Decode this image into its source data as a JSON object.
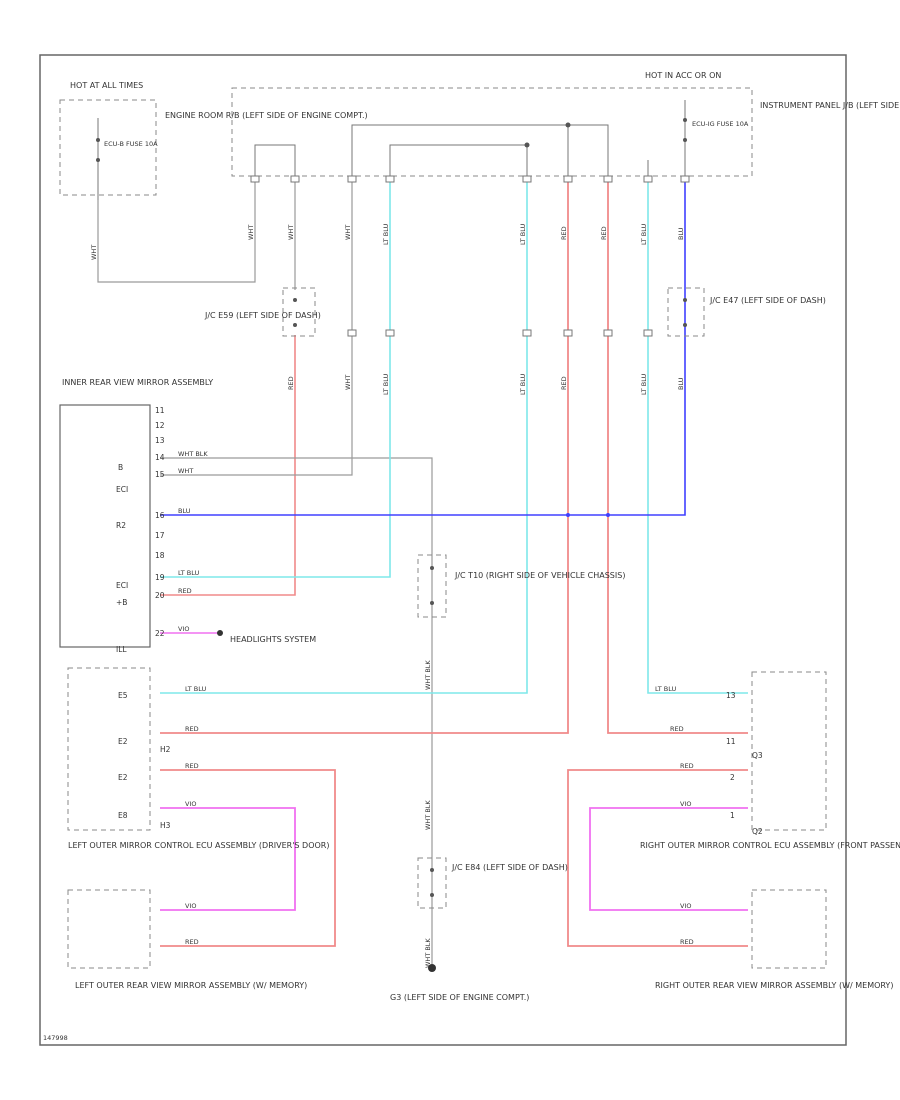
{
  "colors": {
    "wht": "#9a9a9a",
    "ltblu": "#7fe8ea",
    "red": "#f08a8a",
    "blu": "#4040ff",
    "vio": "#f070f0",
    "frame": "#666666"
  },
  "labels": {
    "hot_at_all_times": "HOT AT ALL TIMES",
    "engine_room_rb": "ENGINE ROOM R/B (LEFT SIDE OF ENGINE COMPT.)",
    "ecu_b_fuse": "ECU-B FUSE 10A",
    "hot_in_acc": "HOT IN ACC OR ON",
    "instrument_panel_jb": "INSTRUMENT PANEL J/B (LEFT SIDE OF DASH)",
    "ecu_ig_fuse": "ECU-IG FUSE 10A",
    "jc_left": "J/C E59 (LEFT SIDE OF DASH)",
    "jc_right": "J/C E47 (LEFT SIDE OF DASH)",
    "inner_mirror": "INNER REAR VIEW MIRROR ASSEMBLY",
    "headlights": "HEADLIGHTS SYSTEM",
    "jc_t10": "J/C T10 (RIGHT SIDE OF VEHICLE CHASSIS)",
    "jc_e84": "J/C E84 (LEFT SIDE OF DASH)",
    "ground": "G3 (LEFT SIDE OF ENGINE COMPT.)",
    "left_outer_ecu": "LEFT OUTER MIRROR CONTROL ECU ASSEMBLY (DRIVER'S DOOR)",
    "right_outer_ecu": "RIGHT OUTER MIRROR CONTROL ECU ASSEMBLY (FRONT PASSENGER'S DOOR)",
    "left_outer_mirror": "LEFT OUTER REAR VIEW MIRROR ASSEMBLY (W/ MEMORY)",
    "right_outer_mirror": "RIGHT OUTER REAR VIEW MIRROR ASSEMBLY (W/ MEMORY)",
    "figure_code": "147998"
  },
  "wire_labels": {
    "wht": "WHT",
    "ltblu": "LT BLU",
    "red": "RED",
    "blu": "BLU",
    "vio": "VIO",
    "wht_blk": "WHT BLK"
  },
  "pins": {
    "mirror_r": [
      "11",
      "12",
      "13",
      "14",
      "15",
      "16",
      "17",
      "18",
      "19",
      "20",
      "22"
    ],
    "mirror_l": [
      "B",
      "ECI",
      "R2",
      "ECI",
      "+B",
      "ILL"
    ],
    "left_ecu": [
      "E5",
      "E2",
      "H2",
      "E2",
      "E8",
      "H3"
    ],
    "right_ecu": [
      "13",
      "11",
      "Q3",
      "2",
      "1",
      "Q2"
    ]
  }
}
